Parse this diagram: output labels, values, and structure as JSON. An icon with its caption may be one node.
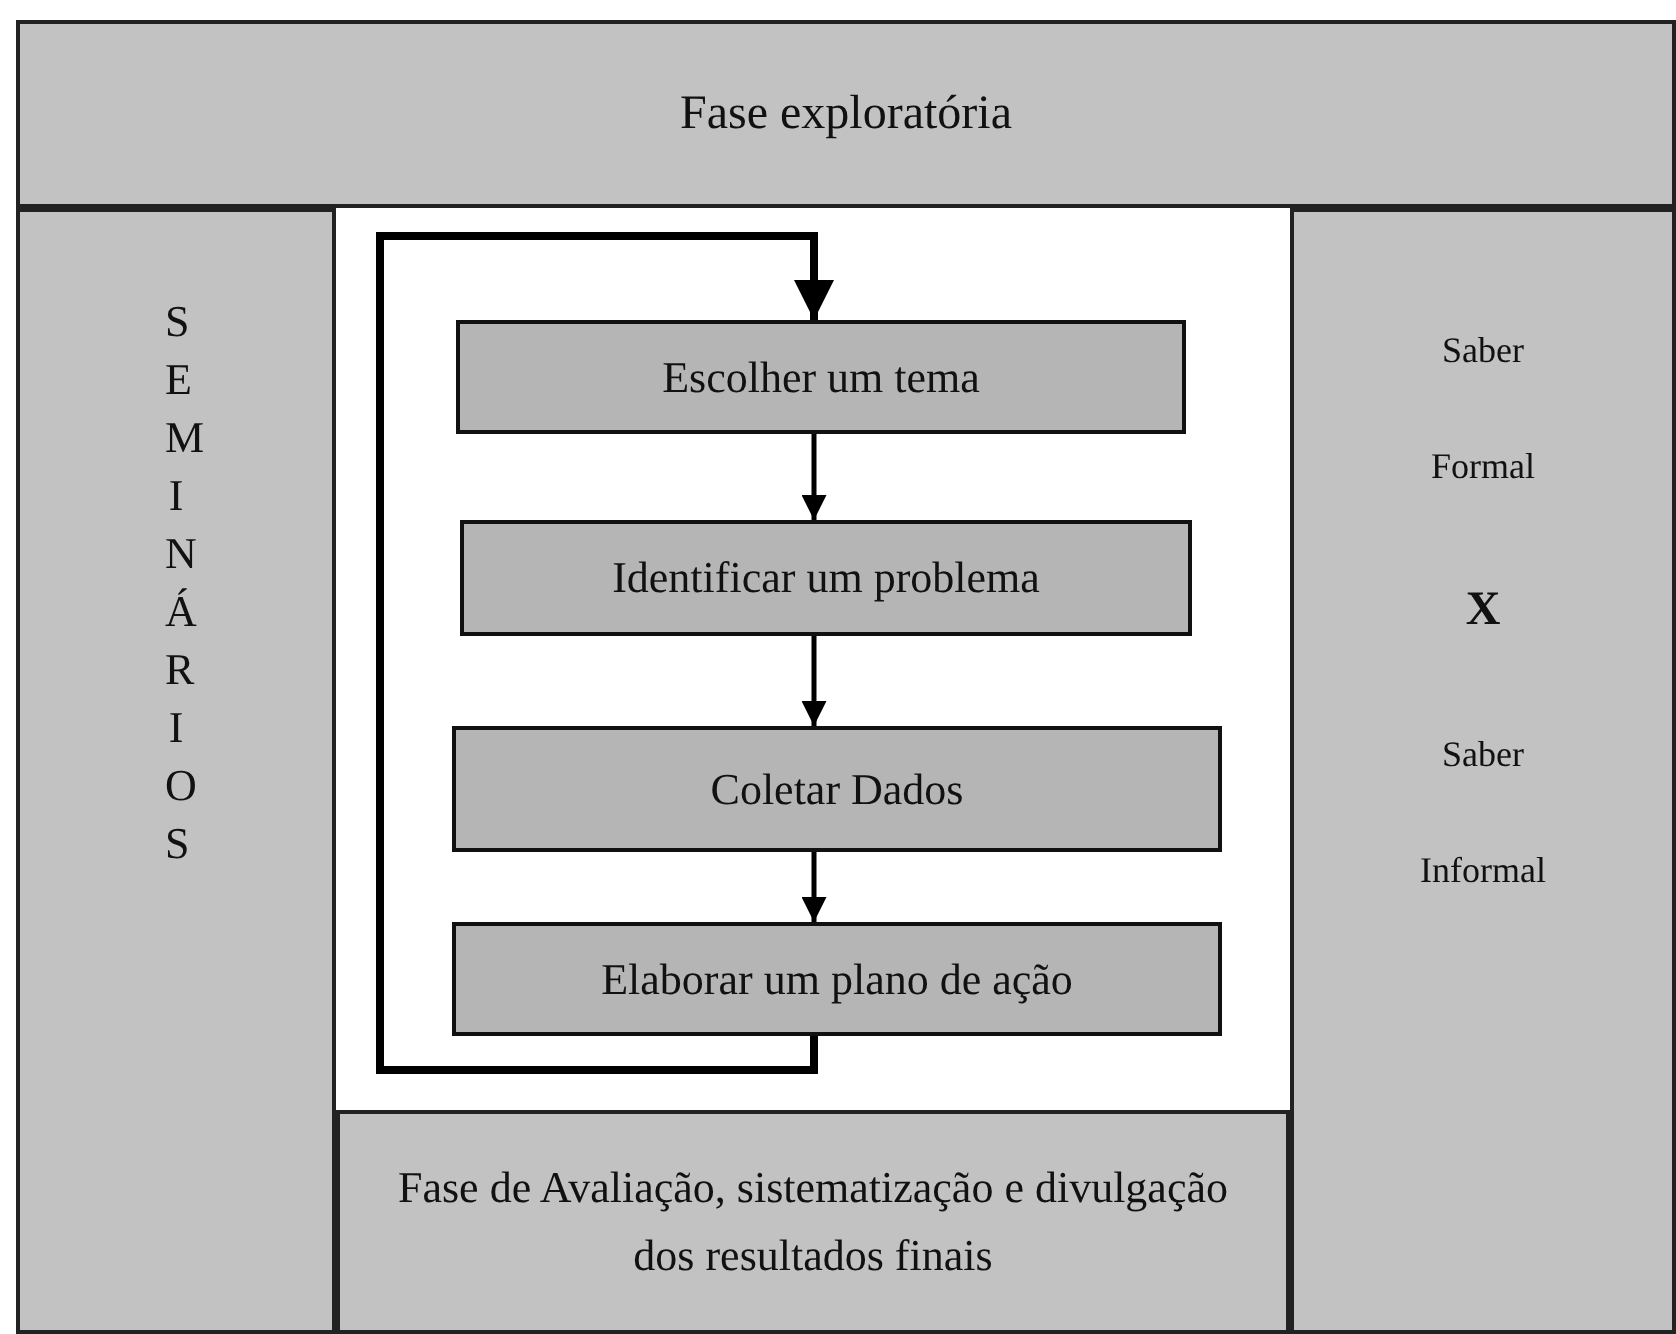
{
  "diagram": {
    "nodes": [
      {
        "text": [
          "Fase exploratória"
        ]
      },
      {
        "text": [
          "SEMINÁRIOS"
        ]
      },
      {
        "text": [
          "Escolher um tema"
        ]
      },
      {
        "text": [
          "Identificar um problema"
        ]
      },
      {
        "text": [
          "Coletar Dados"
        ]
      },
      {
        "text": [
          "Elaborar um plano de ação"
        ]
      },
      {
        "text": [
          "Saber Formal",
          "X",
          "Saber Informal"
        ]
      },
      {
        "text": [
          "Fase de Avaliação, sistematização e divulgação dos resultados finais"
        ]
      }
    ],
    "edges": [
      {
        "from": 2,
        "to": 3,
        "arrow": "to"
      },
      {
        "from": 3,
        "to": 4,
        "arrow": "to"
      },
      {
        "from": 4,
        "to": 5,
        "arrow": "to"
      },
      {
        "from": 5,
        "to": 2,
        "arrow": "to"
      }
    ]
  }
}
